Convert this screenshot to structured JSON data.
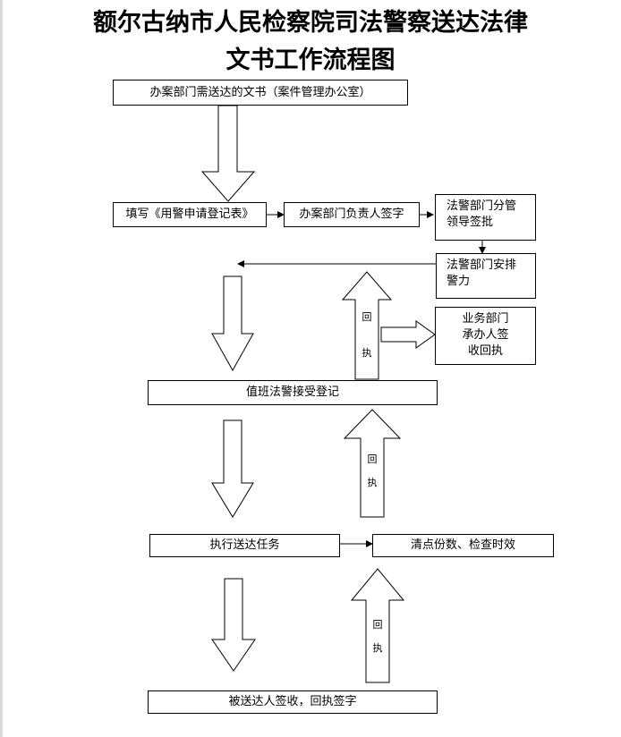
{
  "title": {
    "line1": "额尔古纳市人民检察院司法警察送达法律",
    "line2": "文书工作流程图"
  },
  "nodes": {
    "start": "办案部门需送达的文书（案件管理办公室）",
    "fill_form": "填写《用警申请登记表》",
    "dept_head_sign": "办案部门负责人签字",
    "police_leader_approve": "法警部门分管\n领导签批",
    "police_dept_arrange": "法警部门安排\n警力",
    "business_dept_receipt": "业务部门\n承办人签\n收回执",
    "duty_police_register": "值班法警接受登记",
    "execute_delivery": "执行送达任务",
    "count_check": "清点份数、检查时效",
    "recipient_sign": "被送达人签收，回执签字"
  },
  "return_labels": {
    "upper": [
      "回",
      "执"
    ],
    "middle": [
      "回",
      "执"
    ],
    "lower": [
      "回",
      "执"
    ]
  }
}
